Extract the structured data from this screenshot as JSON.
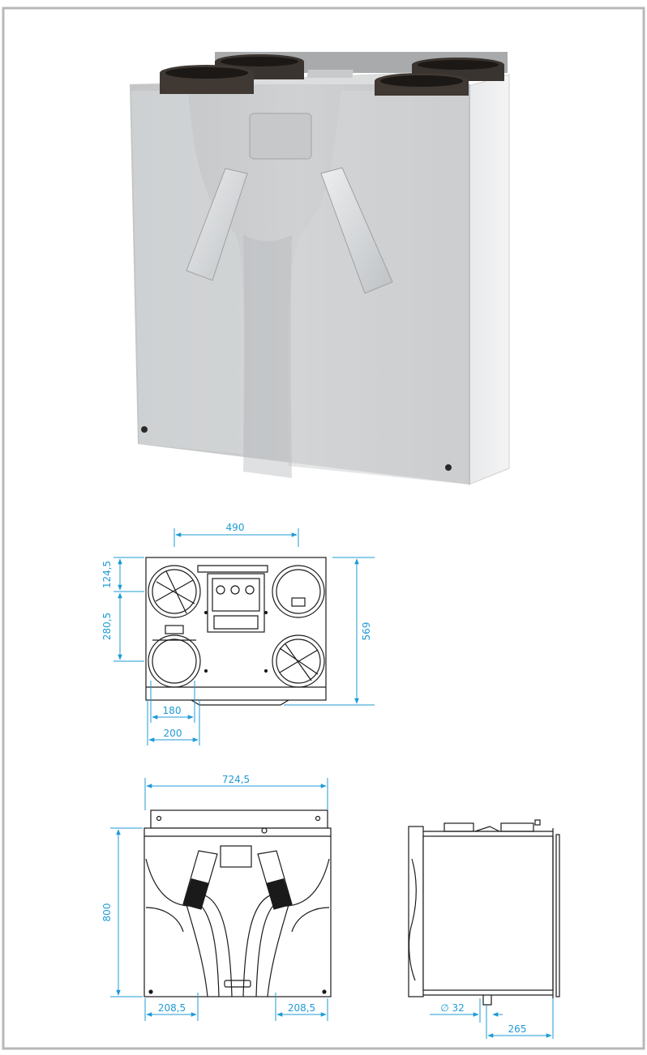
{
  "colors": {
    "frame": "#b8b8b8",
    "dimension": "#1f9bd6",
    "drawing": "#1a1a1a",
    "unit_body": "#c7c9cb",
    "unit_side": "#e4e5e6",
    "duct": "#3a3430"
  },
  "top_view": {
    "dim_width_ports": "490",
    "dim_height_total": "569",
    "dim_top_offset": "124,5",
    "dim_port_spacing": "280,5",
    "dim_port_inner": "180",
    "dim_port_outer": "200"
  },
  "front_view": {
    "dim_width": "724,5",
    "dim_height": "800",
    "dim_left_offset": "208,5",
    "dim_right_offset": "208,5"
  },
  "side_view": {
    "dim_drain_diameter": "∅ 32",
    "dim_drain_offset": "265"
  }
}
